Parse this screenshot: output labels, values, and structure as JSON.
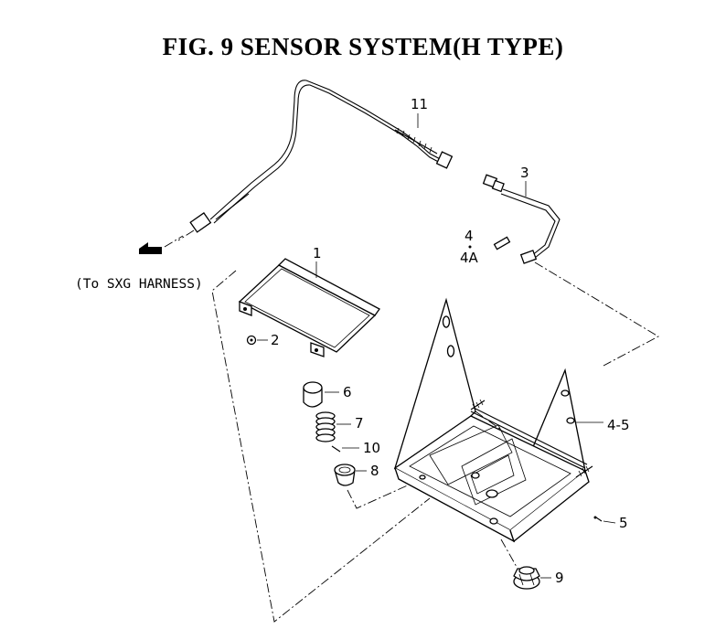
{
  "title": "FIG. 9  SENSOR SYSTEM(H TYPE)",
  "note": "(To SXG HARNESS)",
  "callouts": {
    "c1": "1",
    "c2": "2",
    "c3": "3",
    "c4": "4",
    "c4a": "4A",
    "c4_5": "4-5",
    "c5": "5",
    "c6": "6",
    "c7": "7",
    "c8": "8",
    "c9": "9",
    "c10": "10",
    "c11": "11"
  }
}
